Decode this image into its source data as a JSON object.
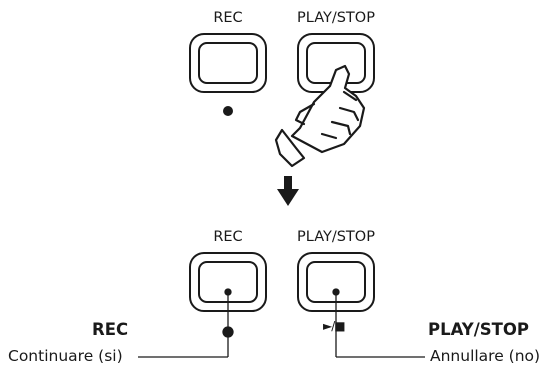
{
  "top": {
    "rec_label": "REC",
    "play_stop_label": "PLAY/STOP"
  },
  "bottom": {
    "rec_label": "REC",
    "play_stop_label": "PLAY/STOP",
    "play_stop_symbol": "►/■"
  },
  "callouts": {
    "rec_title": "REC",
    "rec_action": "Continuare (si)",
    "play_stop_title": "PLAY/STOP",
    "play_stop_action": "Annullare (no)"
  },
  "icons": {
    "rec_led": "filled-dot",
    "hand": "pressing-finger-icon",
    "arrow": "down-arrow-icon"
  },
  "colors": {
    "ink": "#1a1a1a",
    "background": "#ffffff"
  }
}
